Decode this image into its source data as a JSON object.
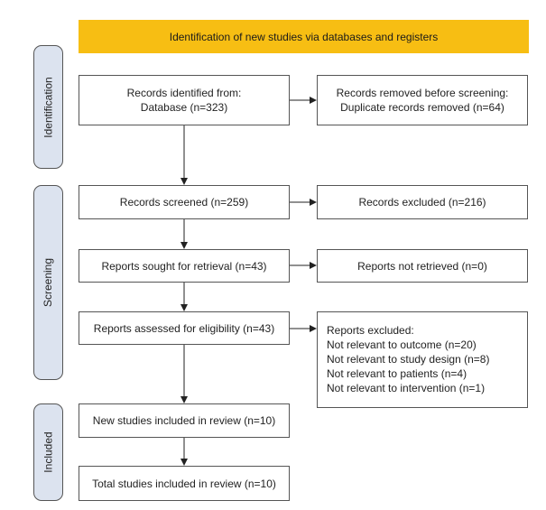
{
  "banner": "Identification of new studies via databases and registers",
  "stages": {
    "identification": "Identification",
    "screening": "Screening",
    "included": "Included"
  },
  "boxes": {
    "records_identified": [
      "Records identified from:",
      "Database (n=323)"
    ],
    "records_removed": [
      "Records removed before screening:",
      "Duplicate records removed (n=64)"
    ],
    "records_screened": "Records screened (n=259)",
    "records_excluded": "Records excluded (n=216)",
    "reports_sought": "Reports sought for retrieval (n=43)",
    "reports_not_retrieved": "Reports not retrieved (n=0)",
    "reports_assessed": "Reports assessed for eligibility (n=43)",
    "reports_excluded": [
      "Reports excluded:",
      "Not relevant to outcome (n=20)",
      "Not relevant to study design (n=8)",
      "Not relevant to patients (n=4)",
      "Not relevant to intervention (n=1)"
    ],
    "new_studies": "New studies included in review (n=10)",
    "total_studies": "Total studies included in review (n=10)"
  },
  "colors": {
    "banner": "#F7BE13",
    "stage_fill": "#DCE3EF",
    "border": "#555555"
  }
}
